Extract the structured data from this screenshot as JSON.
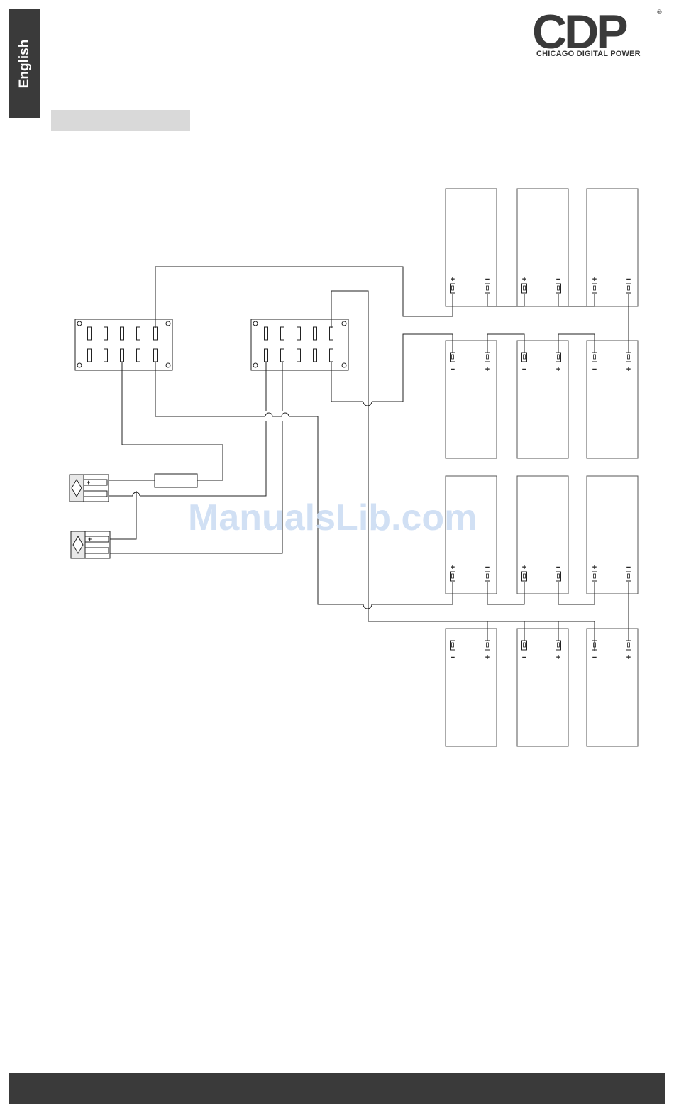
{
  "language_tab": "English",
  "brand": {
    "logo_text": "CDP",
    "registered_mark": "®",
    "tagline": "CHICAGO DIGITAL POWER",
    "color": "#3a3a3a"
  },
  "watermark": "ManualsLib.com",
  "diagram": {
    "battery_top_labels": [
      "+",
      "−",
      "+",
      "−",
      "+",
      "−"
    ],
    "battery_bottom_labels": [
      "−",
      "+",
      "−",
      "+",
      "−",
      "+"
    ],
    "line_color": "#222222"
  },
  "colors": {
    "dark": "#3a3a3a",
    "section_bar": "#d9d9d9",
    "watermark": "#c9dbf3"
  }
}
